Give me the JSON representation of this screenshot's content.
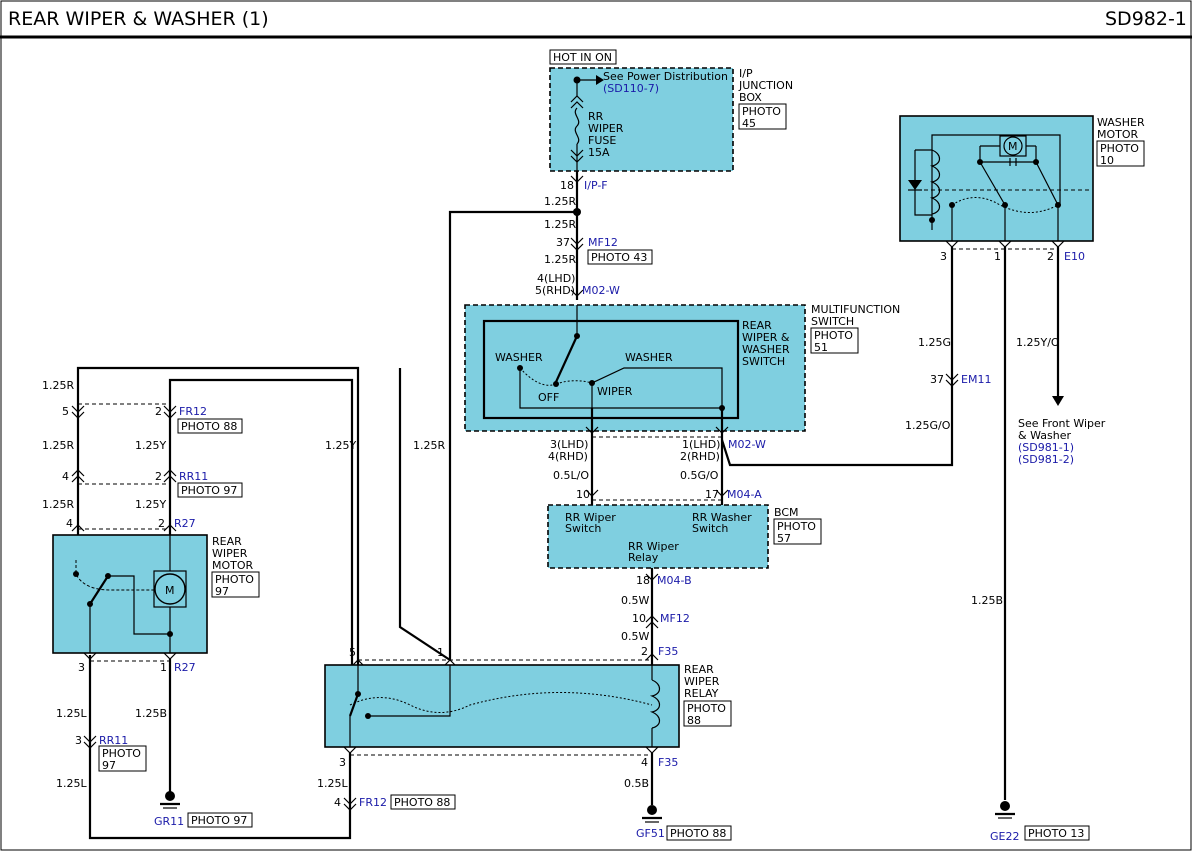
{
  "header": {
    "title": "REAR WIPER & WASHER (1)",
    "code": "SD982-1"
  },
  "fuse_box": {
    "hot_label": "HOT IN ON",
    "see_line1": "See Power Distribution",
    "see_ref": "(SD110-7)",
    "fuse_l1": "RR",
    "fuse_l2": "WIPER",
    "fuse_l3": "FUSE",
    "fuse_l4": "15A",
    "jbox_l1": "I/P",
    "jbox_l2": "JUNCTION",
    "jbox_l3": "BOX",
    "photo_l1": "PHOTO",
    "photo_l2": "45"
  },
  "connectors": {
    "ipf_pin": "18",
    "ipf": "I/P-F",
    "mf12_pin": "37",
    "mf12": "MF12",
    "mf12_photo": "PHOTO 43",
    "m02w_pin_a": "4(LHD)",
    "m02w_pin_b": "5(RHD)",
    "m02w": "M02-W",
    "m02w2_pin_a": "3(LHD)",
    "m02w2_pin_b": "4(RHD)",
    "m02w3_pin_a": "1(LHD)",
    "m02w3_pin_b": "2(RHD)",
    "m02w2": "M02-W",
    "m04a_pin_a": "10",
    "m04a_pin_b": "17",
    "m04a": "M04-A",
    "m04b_pin": "18",
    "m04b": "M04-B",
    "mf12b_pin": "10",
    "mf12b": "MF12",
    "f35_pin": "2",
    "f35": "F35",
    "f35b_pin": "4",
    "f35b": "F35",
    "relay_pin5": "5",
    "relay_pin1": "1",
    "relay_pin3": "3",
    "fr12b_pin": "4",
    "fr12b": "FR12",
    "fr12b_photo": "PHOTO 88",
    "fr12_pin_a": "5",
    "fr12_pin_b": "2",
    "fr12": "FR12",
    "fr12_photo": "PHOTO 88",
    "rr11_pin_a": "4",
    "rr11_pin_b": "2",
    "rr11": "RR11",
    "rr11_photo": "PHOTO 97",
    "r27_pin_a": "4",
    "r27_pin_b": "2",
    "r27": "R27",
    "r27b_pin_a": "3",
    "r27b_pin_b": "1",
    "r27b": "R27",
    "rr11b_pin": "3",
    "rr11b": "RR11",
    "rr11b_photo1": "PHOTO",
    "rr11b_photo2": "97",
    "e10_pin_a": "3",
    "e10_pin_b": "1",
    "e10_pin_c": "2",
    "e10": "E10",
    "em11_pin": "37",
    "em11": "EM11"
  },
  "wires": {
    "w_125r_1": "1.25R",
    "w_125r_2": "1.25R",
    "w_125r_3": "1.25R",
    "w_05lo": "0.5L/O",
    "w_05go": "0.5G/O",
    "w_05w_1": "0.5W",
    "w_05w_2": "0.5W",
    "w_05b": "0.5B",
    "w_125r_a": "1.25R",
    "w_125r_b": "1.25R",
    "w_125r_c": "1.25R",
    "w_125r_d": "1.25R",
    "w_125y_a": "1.25Y",
    "w_125y_b": "1.25Y",
    "w_125y_c": "1.25Y",
    "w_125l_a": "1.25L",
    "w_125l_b": "1.25L",
    "w_125l_c": "1.25L",
    "w_125b_a": "1.25B",
    "w_125b_b": "1.25B",
    "w_125g": "1.25G",
    "w_125go": "1.25G/O",
    "w_125yo": "1.25Y/O"
  },
  "mfswitch": {
    "title_l1": "MULTIFUNCTION",
    "title_l2": "SWITCH",
    "photo_l1": "PHOTO",
    "photo_l2": "51",
    "inner_l1": "REAR",
    "inner_l2": "WIPER &",
    "inner_l3": "WASHER",
    "inner_l4": "SWITCH",
    "pos_washer_left": "WASHER",
    "pos_washer_right": "WASHER",
    "pos_off": "OFF",
    "pos_wiper": "WIPER"
  },
  "bcm": {
    "name": "BCM",
    "photo_l1": "PHOTO",
    "photo_l2": "57",
    "sw1_l1": "RR Wiper",
    "sw1_l2": "Switch",
    "sw2_l1": "RR Washer",
    "sw2_l2": "Switch",
    "relay_l1": "RR Wiper",
    "relay_l2": "Relay"
  },
  "rear_relay": {
    "l1": "REAR",
    "l2": "WIPER",
    "l3": "RELAY",
    "photo_l1": "PHOTO",
    "photo_l2": "88"
  },
  "rear_motor": {
    "l1": "REAR",
    "l2": "WIPER",
    "l3": "MOTOR",
    "photo_l1": "PHOTO",
    "photo_l2": "97",
    "m": "M"
  },
  "washer_motor": {
    "l1": "WASHER",
    "l2": "MOTOR",
    "photo_l1": "PHOTO",
    "photo_l2": "10",
    "m": "M"
  },
  "front_ref": {
    "l1": "See Front Wiper",
    "l2": "& Washer",
    "r1": "(SD981-1)",
    "r2": "(SD981-2)"
  },
  "grounds": {
    "gr11": "GR11",
    "gr11_photo": "PHOTO 97",
    "gf51": "GF51",
    "gf51_photo": "PHOTO 88",
    "ge22": "GE22",
    "ge22_photo": "PHOTO 13"
  }
}
